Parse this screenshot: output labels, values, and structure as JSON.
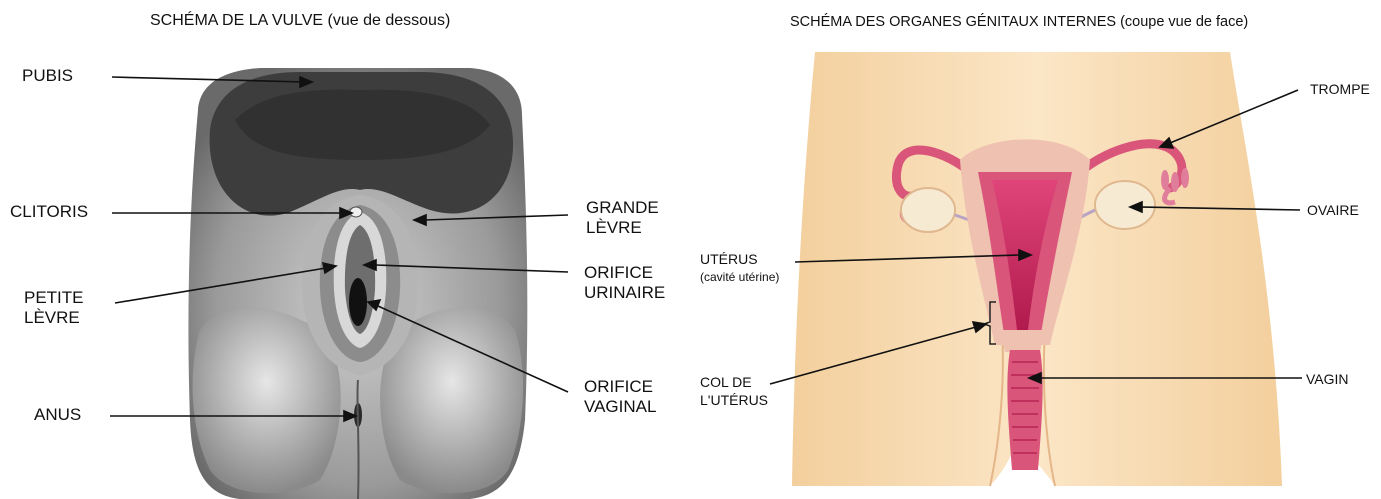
{
  "left_panel": {
    "title": "SCHÉMA DE LA VULVE (vue de dessous)",
    "labels": {
      "pubis": "PUBIS",
      "clitoris": "CLITORIS",
      "petite_levre_1": "PETITE",
      "petite_levre_2": "LÈVRE",
      "anus": "ANUS",
      "grande_levre_1": "GRANDE",
      "grande_levre_2": "LÈVRE",
      "orifice_urinaire_1": "ORIFICE",
      "orifice_urinaire_2": "URINAIRE",
      "orifice_vaginal_1": "ORIFICE",
      "orifice_vaginal_2": "VAGINAL"
    }
  },
  "right_panel": {
    "title": "SCHÉMA DES ORGANES GÉNITAUX INTERNES (coupe vue de face)",
    "labels": {
      "trompe": "TROMPE",
      "ovaire": "OVAIRE",
      "uterus": "UTÉRUS",
      "uterus_sub": "(cavité utérine)",
      "col_1": "COL DE",
      "col_2": "L'UTÉRUS",
      "vagin": "VAGIN"
    }
  },
  "colors": {
    "skin": "#f7dcb0",
    "muscle": "#d9557a",
    "cavity": "#c21f55",
    "tissue": "#efc1b0",
    "grayscale_dark": "#4a4a4a"
  }
}
